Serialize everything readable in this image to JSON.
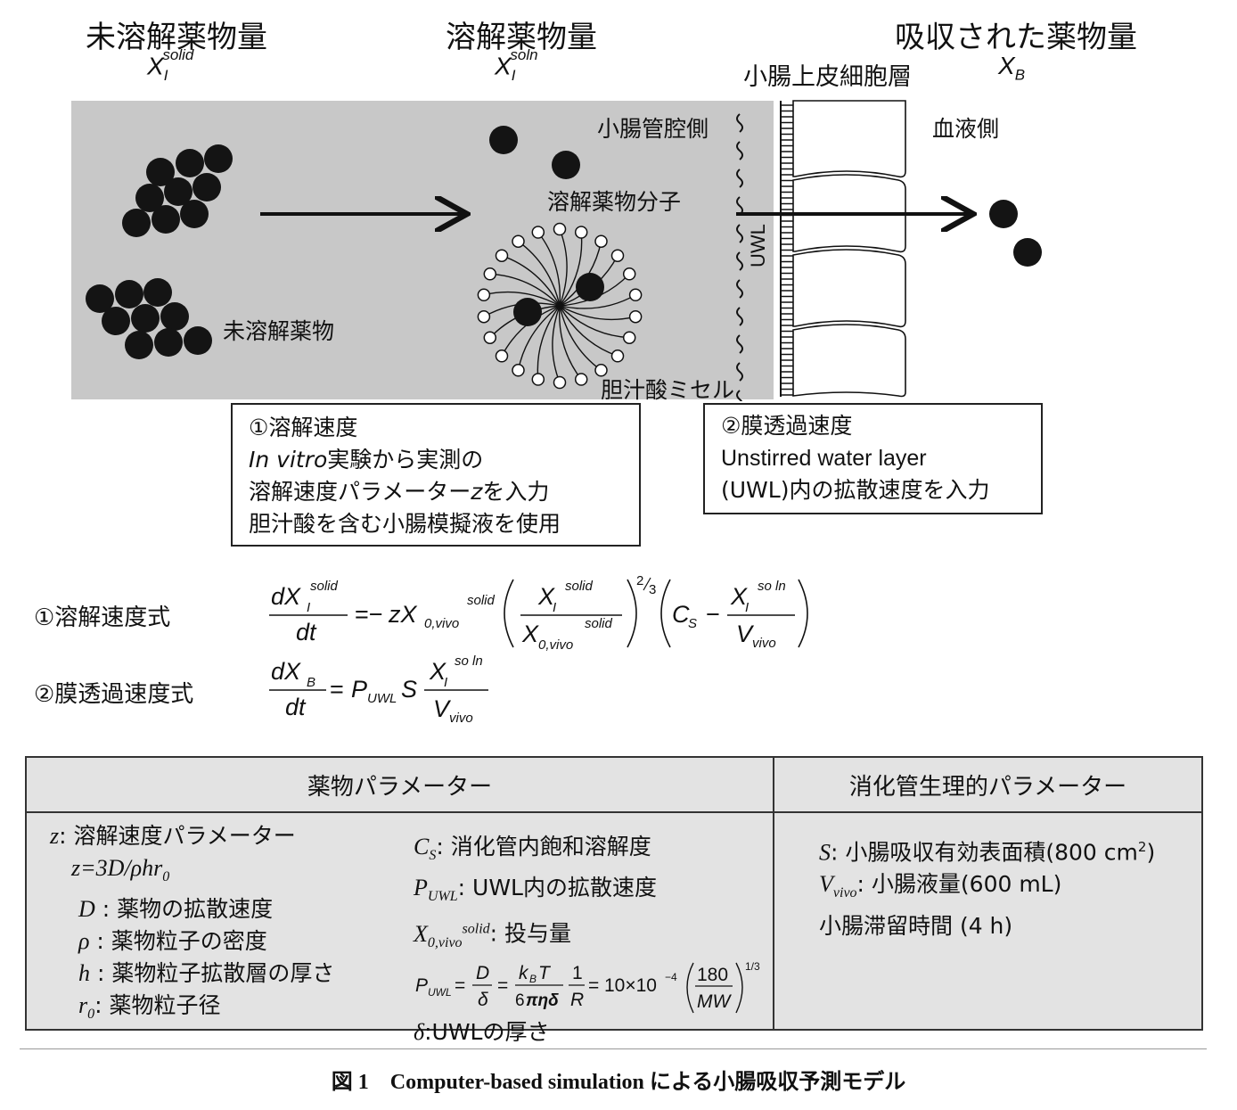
{
  "headers": {
    "undissolved": {
      "title": "未溶解薬物量",
      "symbol": "X",
      "sub": "I",
      "sup": "solid"
    },
    "dissolved": {
      "title": "溶解薬物量",
      "symbol": "X",
      "sub": "I",
      "sup": "soln"
    },
    "absorbed": {
      "title": "吸収された薬物量",
      "symbol": "X",
      "sub": "B"
    },
    "epithelium": "小腸上皮細胞層"
  },
  "diagram_labels": {
    "lumen_side": "小腸管腔側",
    "blood_side": "血液側",
    "dissolved_molecule": "溶解薬物分子",
    "undissolved_drug": "未溶解薬物",
    "bile_micelle": "胆汁酸ミセル",
    "uwl": "UWL"
  },
  "box1": {
    "title": "①溶解速度",
    "line2_italic": "In vitro",
    "line2_rest": "実験から実測の",
    "line3_pre": "溶解速度パラメーター",
    "line3_var": "z",
    "line3_post": "を入力",
    "line4": "胆汁酸を含む小腸模擬液を使用"
  },
  "box2": {
    "title": "②膜透過速度",
    "line2": "Unstirred water layer",
    "line3": "(UWL)内の拡散速度を入力"
  },
  "equations": {
    "eq1_label": "①溶解速度式",
    "eq2_label": "②膜透過速度式"
  },
  "table": {
    "header_drug": "薬物パラメーター",
    "header_physio": "消化管生理的パラメーター",
    "z_line": {
      "var": "z",
      "text": ": 溶解速度パラメーター"
    },
    "z_formula": "z=3D/ρhr",
    "z_formula_sub": "0",
    "D_line": {
      "var": "D",
      "text": " : 薬物の拡散速度"
    },
    "rho_line": {
      "var": "ρ",
      "text": " : 薬物粒子の密度"
    },
    "h_line": {
      "var": "h",
      "text": " : 薬物粒子拡散層の厚さ"
    },
    "r0_line": {
      "var": "r",
      "sub": "0",
      "text": ":  薬物粒子径"
    },
    "cs_line": {
      "var": "C",
      "sub": "S",
      "text": ": 消化管内飽和溶解度"
    },
    "puwl_line": {
      "var": "P",
      "sub": "UWL",
      "text": ": UWL内の拡散速度"
    },
    "x0_line": {
      "var": "X",
      "sub": "0,vivo",
      "sup": "solid",
      "text": ": 投与量"
    },
    "delta_line": {
      "var": "δ",
      "text": ":UWLの厚さ"
    },
    "puwl_formula": {
      "coef": "10×10",
      "exp": "−4",
      "num": "180",
      "den": "MW",
      "power": "1/3"
    },
    "s_line": {
      "var": "S",
      "text": ": 小腸吸収有効表面積(800 cm",
      "sup": "2",
      "end": ")"
    },
    "vvivo_line": {
      "var": "V",
      "sub": "vivo",
      "text": ": 小腸液量(600 mL)"
    },
    "residence": "小腸滞留時間 (4 h)"
  },
  "caption": "図 1　Computer-based simulation による小腸吸収予測モデル"
}
